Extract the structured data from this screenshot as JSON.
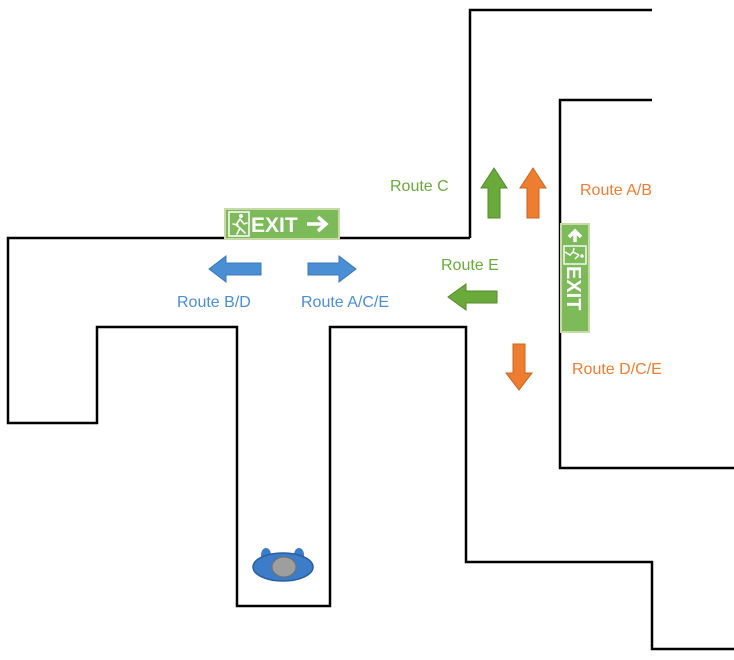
{
  "colors": {
    "wall": "#000000",
    "blue": "#4A8FD4",
    "green": "#6AAA3A",
    "orange": "#ED7D31",
    "sign_bg": "#7DBA5A",
    "sign_border": "#C9D9A8",
    "sign_fg": "#FFFFFF",
    "person_body": "#3D7CC9",
    "person_head": "#9E9E9E",
    "person_outline": "#2A5FA0"
  },
  "signs": {
    "top_exit": "EXIT",
    "right_exit": "EXIT"
  },
  "labels": {
    "route_b_d": "Route B/D",
    "route_a_c_e": "Route A/C/E",
    "route_c": "Route C",
    "route_a_b": "Route A/B",
    "route_e": "Route E",
    "route_d_c_e": "Route D/C/E"
  },
  "icons": {
    "exit_runner": "running-man-icon",
    "exit_arrow": "arrow-icon",
    "person": "person-top-view-icon"
  }
}
